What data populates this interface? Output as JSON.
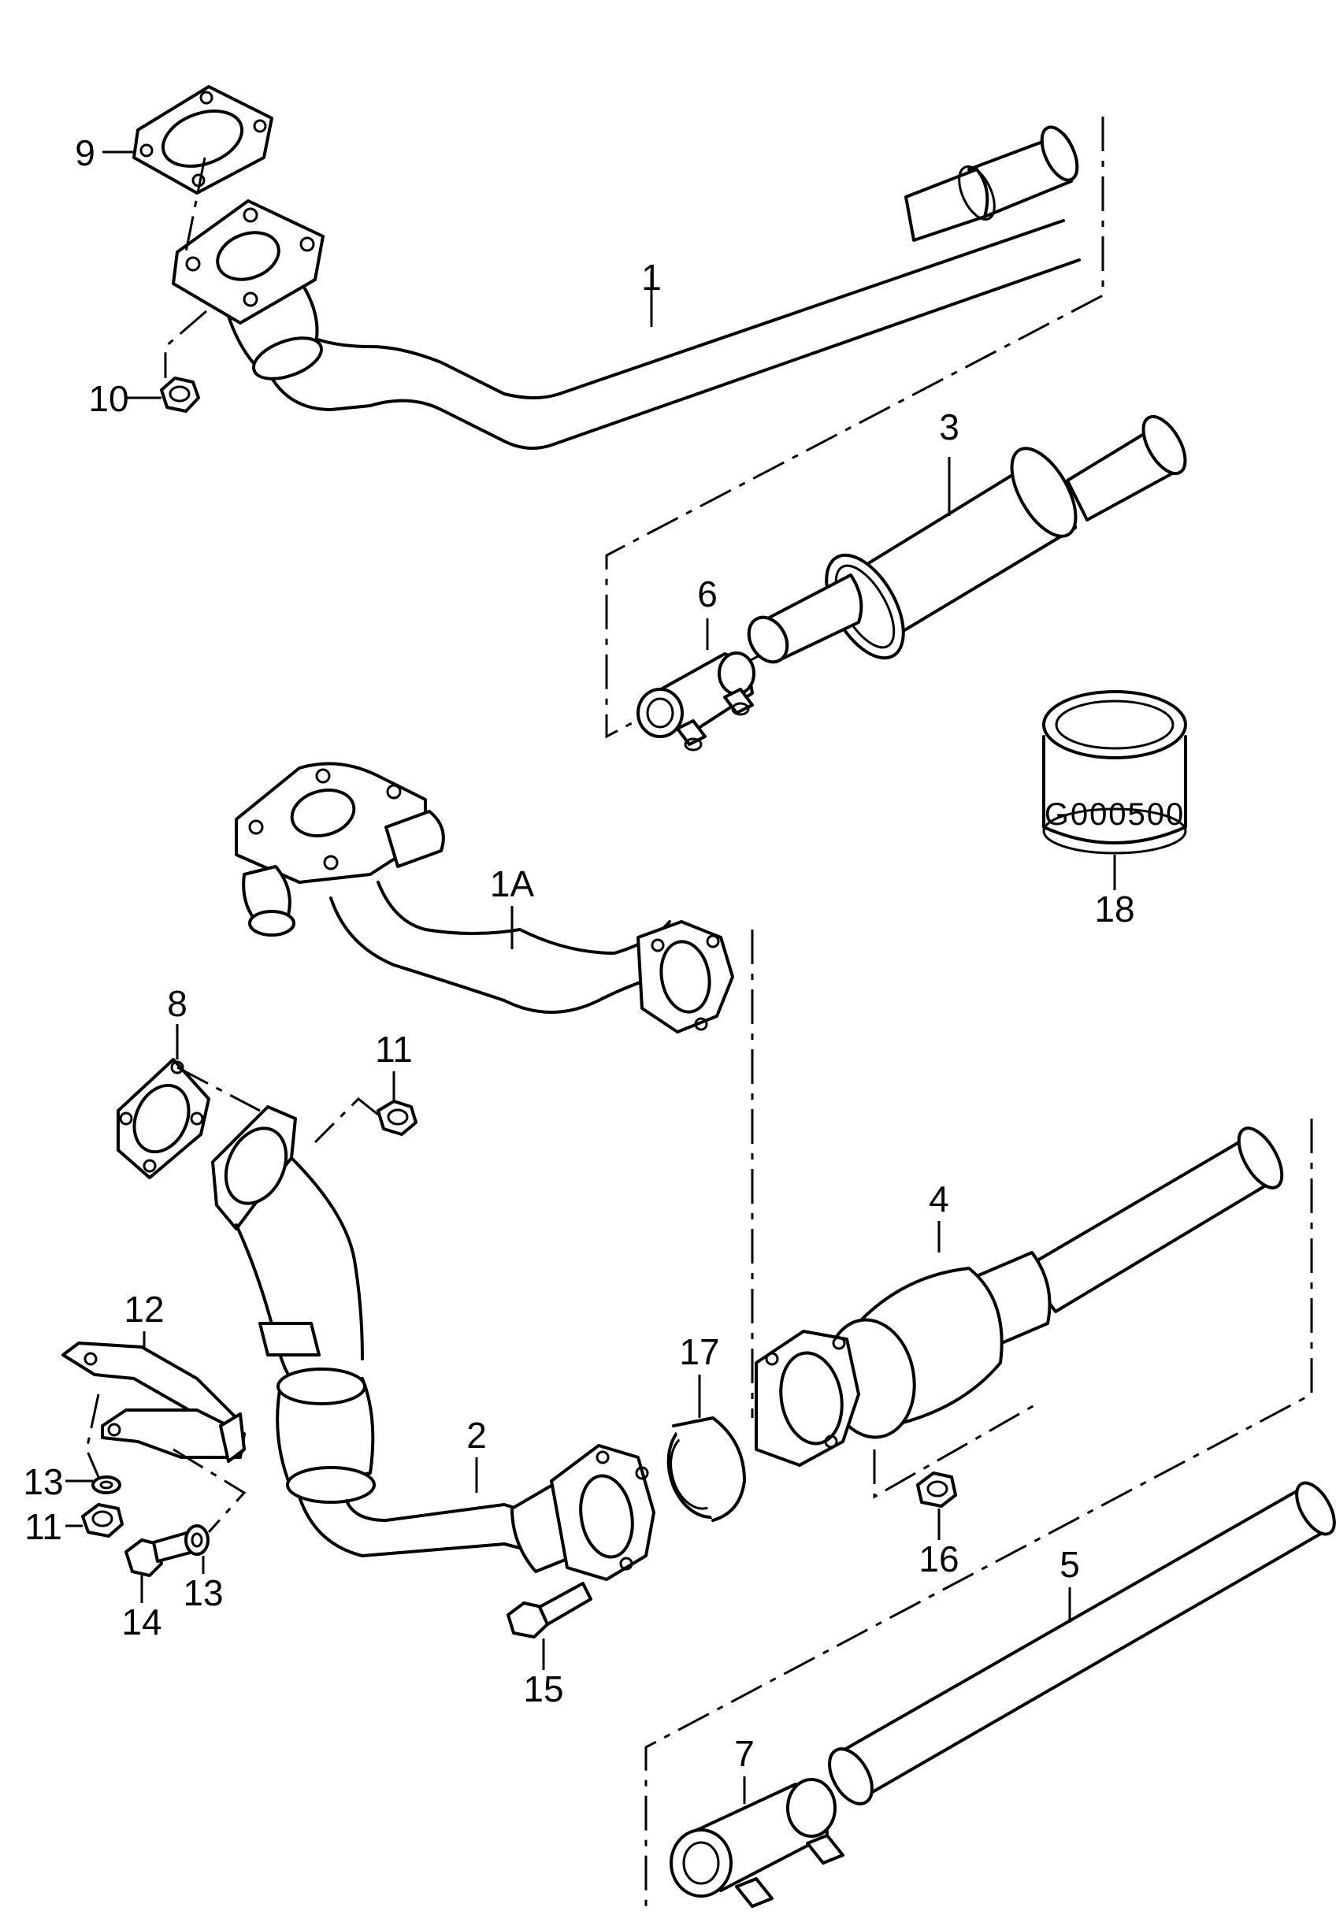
{
  "callouts": {
    "c1": "1",
    "c1a": "1A",
    "c2": "2",
    "c3": "3",
    "c4": "4",
    "c5": "5",
    "c6": "6",
    "c7": "7",
    "c8": "8",
    "c9": "9",
    "c10": "10",
    "c11a": "11",
    "c11b": "11",
    "c12": "12",
    "c13a": "13",
    "c13b": "13",
    "c14": "14",
    "c15": "15",
    "c16": "16",
    "c17": "17",
    "c18": "18"
  },
  "drawing_code": "G000500"
}
